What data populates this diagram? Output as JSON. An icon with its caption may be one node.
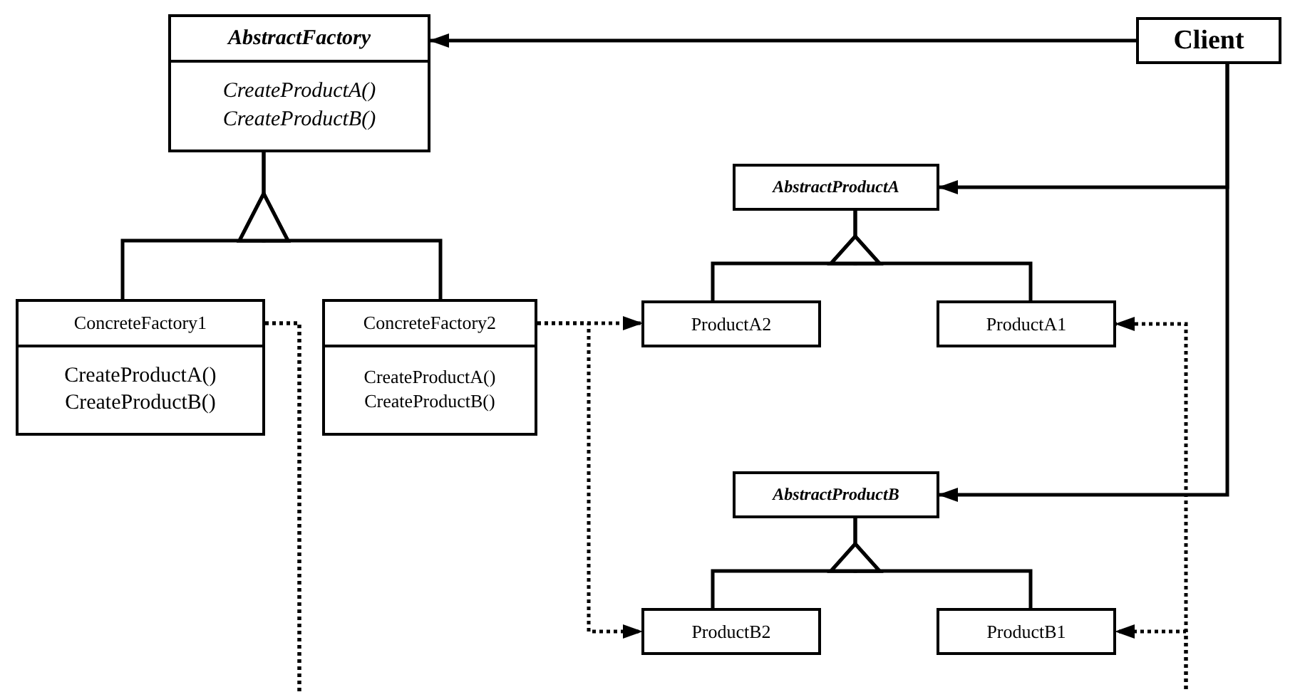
{
  "diagram": {
    "nodes": [
      {
        "text": [
          "AbstractFactory",
          "CreateProductA() CreateProductB()"
        ]
      },
      {
        "text": [
          "Client"
        ]
      },
      {
        "text": [
          "AbstractProductA"
        ]
      },
      {
        "text": [
          "ConcreteFactory1",
          "CreateProductA() CreateProductB()"
        ]
      },
      {
        "text": [
          "ConcreteFactory2",
          "CreateProductA() CreateProductB()"
        ]
      },
      {
        "text": [
          "ProductA2"
        ]
      },
      {
        "text": [
          "ProductA1"
        ]
      },
      {
        "text": [
          "AbstractProductB"
        ]
      },
      {
        "text": [
          "ProductB2"
        ]
      },
      {
        "text": [
          "ProductB1"
        ]
      }
    ],
    "edges": [
      {
        "from": 1,
        "to": 0,
        "arrow": "to"
      },
      {
        "from": 1,
        "to": 2,
        "arrow": "to"
      },
      {
        "from": 1,
        "to": 7,
        "arrow": "to"
      },
      {
        "from": 3,
        "to": 0,
        "arrow": "to"
      },
      {
        "from": 4,
        "to": 0,
        "arrow": "to"
      },
      {
        "from": 5,
        "to": 2,
        "arrow": "to"
      },
      {
        "from": 6,
        "to": 2,
        "arrow": "to"
      },
      {
        "from": 8,
        "to": 7,
        "arrow": "to"
      },
      {
        "from": 9,
        "to": 7,
        "arrow": "to"
      },
      {
        "from": 4,
        "to": 5,
        "arrow": "to",
        "style": "dashed"
      },
      {
        "from": 4,
        "to": 8,
        "arrow": "to",
        "style": "dashed"
      },
      {
        "from": 3,
        "to": 6,
        "arrow": "to",
        "style": "dashed"
      },
      {
        "from": 3,
        "to": 9,
        "arrow": "to",
        "style": "dashed"
      }
    ]
  }
}
